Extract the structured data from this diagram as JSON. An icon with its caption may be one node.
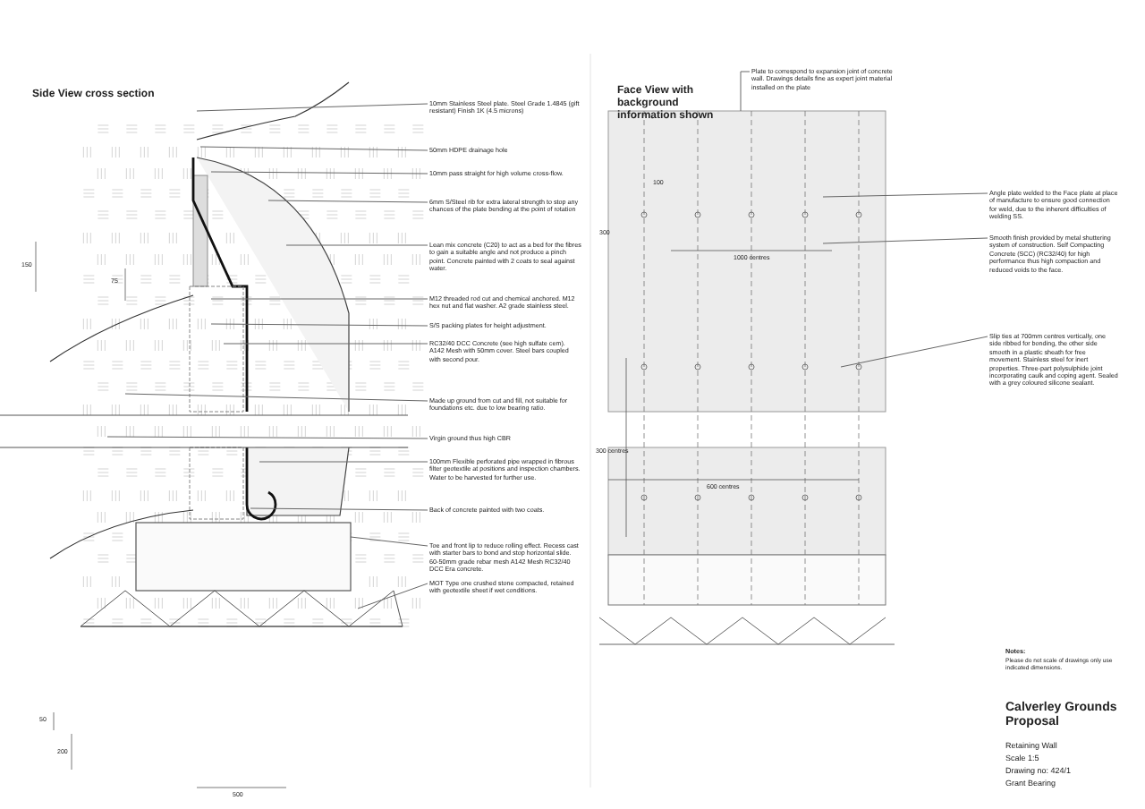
{
  "diagram": {
    "nodes": [
      {
        "text": [
          "10mm Stainless Steel plate. Steel Grade 1.4845 (gift resistant) Finish 1K (4.5 microns)"
        ]
      },
      {
        "text": [
          "50mm HDPE drainage hole"
        ]
      },
      {
        "text": [
          "10mm pass straight for high volume cross-flow."
        ]
      },
      {
        "text": [
          "6mm S/Steel rib for extra lateral strength to stop any chances of the plate bending at the point of rotation"
        ]
      },
      {
        "text": [
          "Lean mix concrete (C20) to act as a bed for the fibres to gain a suitable angle and not produce a pinch point. Concrete painted with 2 coats to seal against water."
        ]
      },
      {
        "text": [
          "M12 threaded rod cut and chemical anchored. M12 hex nut and flat washer. A2 grade stainless steel."
        ]
      },
      {
        "text": [
          "S/S packing plates for height adjustment."
        ]
      },
      {
        "text": [
          "RC32/40 DCC Concrete (see high sulfate cem). A142 Mesh with 50mm cover. Steel bars coupled with second pour."
        ]
      },
      {
        "text": [
          "Made up ground from cut and fill, not suitable for foundations etc. due to low bearing ratio."
        ]
      },
      {
        "text": [
          "Virgin ground thus high CBR"
        ]
      },
      {
        "text": [
          "100mm Flexible perforated pipe wrapped in fibrous filter geotextile at positions and inspection chambers. Water to be harvested for further use."
        ]
      },
      {
        "text": [
          "Back of concrete painted with two coats."
        ]
      },
      {
        "text": [
          "Toe and front lip to reduce rolling effect. Recess cast with starter bars to bond and stop horizontal slide. 60-50mm grade rebar mesh A142 Mesh RC32/40 DCC Era concrete."
        ]
      },
      {
        "text": [
          "MOT Type one crushed stone compacted, retained with geotextile sheet if wet conditions."
        ]
      },
      {
        "text": [
          "Plate to correspond to expansion joint of concrete wall. Drawings details fine as expert joint material installed on the plate"
        ]
      },
      {
        "text": [
          "Angle plate welded to the Face plate at place of manufacture to ensure good connection for weld, due to the inherent difficulties of welding SS."
        ]
      },
      {
        "text": [
          "Smooth finish provided by metal shuttering system of construction. Self Compacting Concrete (SCC) (RC32/40) for high performance thus high compaction and reduced voids to the face."
        ]
      },
      {
        "text": [
          "Slip ties at 700mm centres vertically, one side ribbed for bonding, the other side smooth in a plastic sheath for free movement. Stainless steel for inert properties. Three-part polysulphide joint incorporating caulk and coping agent. Sealed with a grey coloured silicone sealant."
        ]
      }
    ],
    "edges": [
      {
        "from": 0,
        "to": null,
        "arrow": "none"
      },
      {
        "from": 1,
        "to": null,
        "arrow": "none"
      },
      {
        "from": 2,
        "to": null,
        "arrow": "none"
      },
      {
        "from": 3,
        "to": null,
        "arrow": "none"
      },
      {
        "from": 4,
        "to": null,
        "arrow": "none"
      },
      {
        "from": 5,
        "to": null,
        "arrow": "none"
      },
      {
        "from": 6,
        "to": null,
        "arrow": "none"
      },
      {
        "from": 7,
        "to": null,
        "arrow": "none"
      },
      {
        "from": 8,
        "to": null,
        "arrow": "none"
      },
      {
        "from": 9,
        "to": null,
        "arrow": "none"
      },
      {
        "from": 10,
        "to": null,
        "arrow": "none"
      },
      {
        "from": 11,
        "to": null,
        "arrow": "none"
      },
      {
        "from": 12,
        "to": null,
        "arrow": "none"
      },
      {
        "from": 13,
        "to": null,
        "arrow": "none"
      },
      {
        "from": 14,
        "to": null,
        "arrow": "none"
      },
      {
        "from": 15,
        "to": null,
        "arrow": "none"
      },
      {
        "from": 16,
        "to": null,
        "arrow": "none"
      },
      {
        "from": 17,
        "to": null,
        "arrow": "none"
      }
    ],
    "labels": [
      "Side View cross section",
      "Face View with background information shown",
      "150",
      "75",
      "50",
      "200",
      "500",
      "100",
      "300",
      "1000 centres",
      "300 centres",
      "600 centres",
      "Notes:",
      "Please do not scale of drawings only use indicated dimensions.",
      "Calverley Grounds Proposal",
      "Retaining Wall",
      "Scale 1:5",
      "Drawing no: 424/1",
      "Grant Bearing"
    ]
  }
}
